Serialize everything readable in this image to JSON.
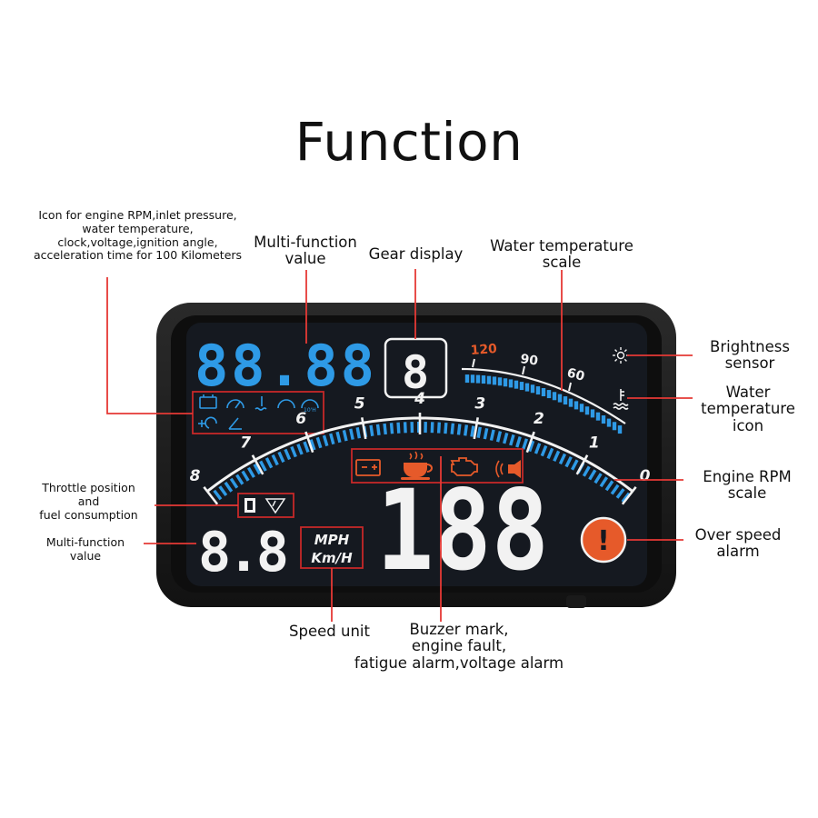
{
  "title": "Function",
  "labels": {
    "icons_desc": [
      "Icon for engine RPM,inlet pressure,",
      "water temperature,",
      "clock,voltage,ignition angle,",
      "acceleration time for 100 Kilometers"
    ],
    "multi_top": [
      "Multi-function",
      "value"
    ],
    "gear": [
      "Gear display"
    ],
    "water_scale": [
      "Water temperature",
      "scale"
    ],
    "brightness": [
      "Brightness",
      "sensor"
    ],
    "water_icon": [
      "Water",
      "temperature",
      "icon"
    ],
    "rpm_scale": [
      "Engine RPM",
      "scale"
    ],
    "overspeed": [
      "Over speed",
      "alarm"
    ],
    "throttle": [
      "Throttle position",
      "and",
      "fuel consumption"
    ],
    "multi_bottom": [
      "Multi-function",
      "value"
    ],
    "speed_unit": [
      "Speed unit"
    ],
    "buzzer": [
      "Buzzer mark,",
      "engine fault,",
      "fatigue alarm,voltage alarm"
    ]
  },
  "display": {
    "top_digits": "88.88",
    "gear_digit": "8",
    "water_ticks": [
      "120",
      "90",
      "60"
    ],
    "rpm_ticks": [
      "8",
      "7",
      "6",
      "5",
      "4",
      "3",
      "2",
      "1",
      "0"
    ],
    "speed_units": [
      "MPH",
      "Km/H"
    ],
    "small_value": "8.8",
    "speed_digits": "188",
    "overspeed_symbol": "!",
    "lcd_small": "10'H"
  },
  "colors": {
    "device": "#1b1b1b",
    "screen": "#14171d",
    "blue": "#2e9ae6",
    "red": "#e13a2a",
    "orange": "#e65a2a",
    "white": "#f2f2f2",
    "leader": "#e53935"
  }
}
